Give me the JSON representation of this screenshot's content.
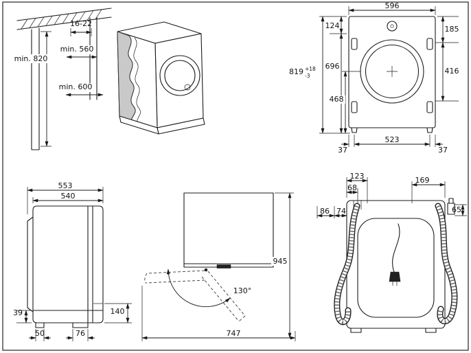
{
  "installation": {
    "niche_height": "min. 820",
    "top_gap": "16-22",
    "niche_depth": "min. 560",
    "niche_width": "min. 600"
  },
  "front": {
    "width": "596",
    "top_to_door": "124",
    "top_right": "185",
    "door_to_floor": "696",
    "overall_height": "819",
    "tol_plus": "+18",
    "tol_minus": "-3",
    "right_span": "416",
    "center_to_floor": "468",
    "feet_span": "523",
    "margin_left": "37",
    "margin_right": "37"
  },
  "side": {
    "depth_total": "553",
    "depth_body": "540",
    "plinth_height": "39",
    "front_foot": "50",
    "rear_foot": "76",
    "rear_detail": "140"
  },
  "door_swing": {
    "overall_height": "945",
    "opening_angle": "130°",
    "depth_door_open": "747"
  },
  "rear": {
    "drain_far": "123",
    "drain_near": "68",
    "inlet_offset": "169",
    "hose_left_a": "86",
    "hose_left_b": "74",
    "inlet_drop": "65"
  }
}
